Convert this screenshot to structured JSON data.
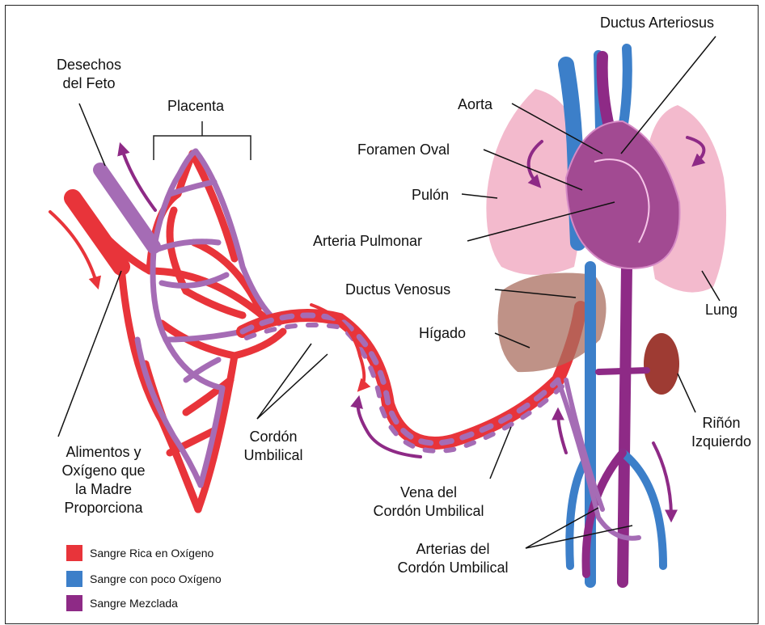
{
  "labels": {
    "desechos": "Desechos\ndel Feto",
    "placenta": "Placenta",
    "alimentos": "Alimentos y\nOxígeno que\nla Madre\nProporciona",
    "cordon": "Cordón\nUmbilical",
    "ductus_arteriosus": "Ductus Arteriosus",
    "aorta": "Aorta",
    "foramen_oval": "Foramen Oval",
    "pulon": "Pulón",
    "arteria_pulmonar": "Arteria Pulmonar",
    "ductus_venosus": "Ductus Venosus",
    "higado": "Hígado",
    "lung": "Lung",
    "rinon": "Riñón\nIzquierdo",
    "vena": "Vena del\nCordón Umbilical",
    "arterias": "Arterias del\nCordón Umbilical"
  },
  "legend": [
    {
      "label": "Sangre Rica en Oxígeno",
      "color": "#e8343a"
    },
    {
      "label": "Sangre con poco Oxígeno",
      "color": "#3c7fc9"
    },
    {
      "label": "Sangre Mezclada",
      "color": "#8e2a86"
    }
  ],
  "colors": {
    "oxygen_rich": "#e8343a",
    "low_oxygen": "#3c7fc9",
    "mixed": "#8e2a86",
    "lung": "#f2b3c8",
    "liver": "#a96d5f",
    "kidney": "#9e3b33"
  }
}
